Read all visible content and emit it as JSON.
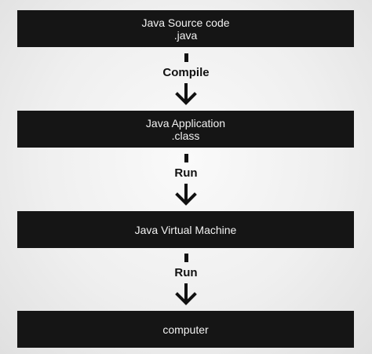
{
  "diagram": {
    "nodes": [
      {
        "line1": "Java Source code",
        "line2": ".java"
      },
      {
        "line1": "Java Application",
        "line2": ".class"
      },
      {
        "line1": "Java Virtual Machine"
      },
      {
        "line1": "computer"
      }
    ],
    "edges": [
      {
        "label": "Compile"
      },
      {
        "label": "Run"
      },
      {
        "label": "Run"
      }
    ]
  }
}
